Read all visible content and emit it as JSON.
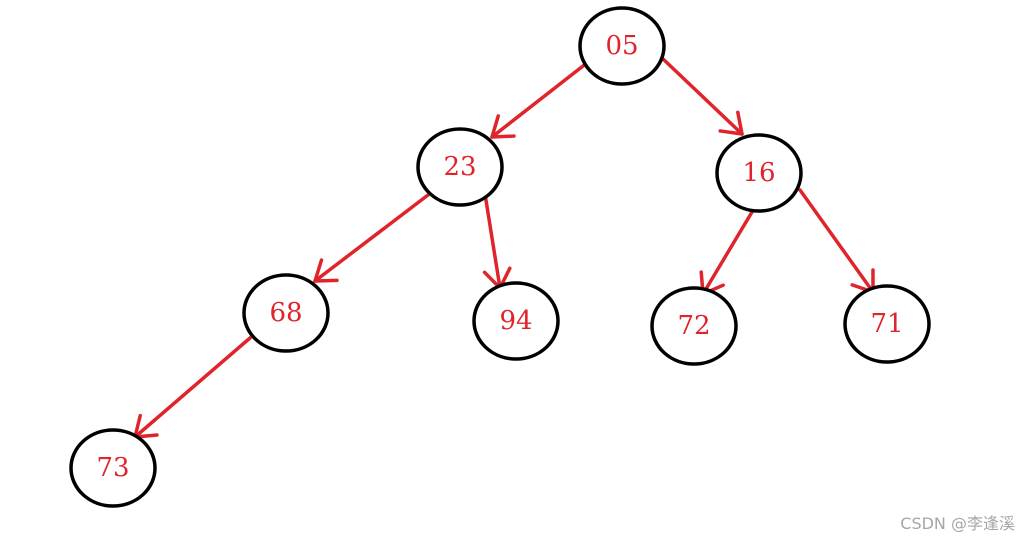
{
  "colors": {
    "node_border": "#000000",
    "label": "#e0242c",
    "edge": "#e0242c",
    "watermark": "#a6a6a6"
  },
  "nodes": [
    {
      "id": "n05",
      "label": "05"
    },
    {
      "id": "n23",
      "label": "23"
    },
    {
      "id": "n16",
      "label": "16"
    },
    {
      "id": "n68",
      "label": "68"
    },
    {
      "id": "n94",
      "label": "94"
    },
    {
      "id": "n72",
      "label": "72"
    },
    {
      "id": "n71",
      "label": "71"
    },
    {
      "id": "n73",
      "label": "73"
    }
  ],
  "edges": [
    {
      "from": "n05",
      "to": "n23"
    },
    {
      "from": "n05",
      "to": "n16"
    },
    {
      "from": "n23",
      "to": "n68"
    },
    {
      "from": "n23",
      "to": "n94"
    },
    {
      "from": "n16",
      "to": "n72"
    },
    {
      "from": "n16",
      "to": "n71"
    },
    {
      "from": "n68",
      "to": "n73"
    }
  ],
  "watermark": "CSDN @李逢溪"
}
